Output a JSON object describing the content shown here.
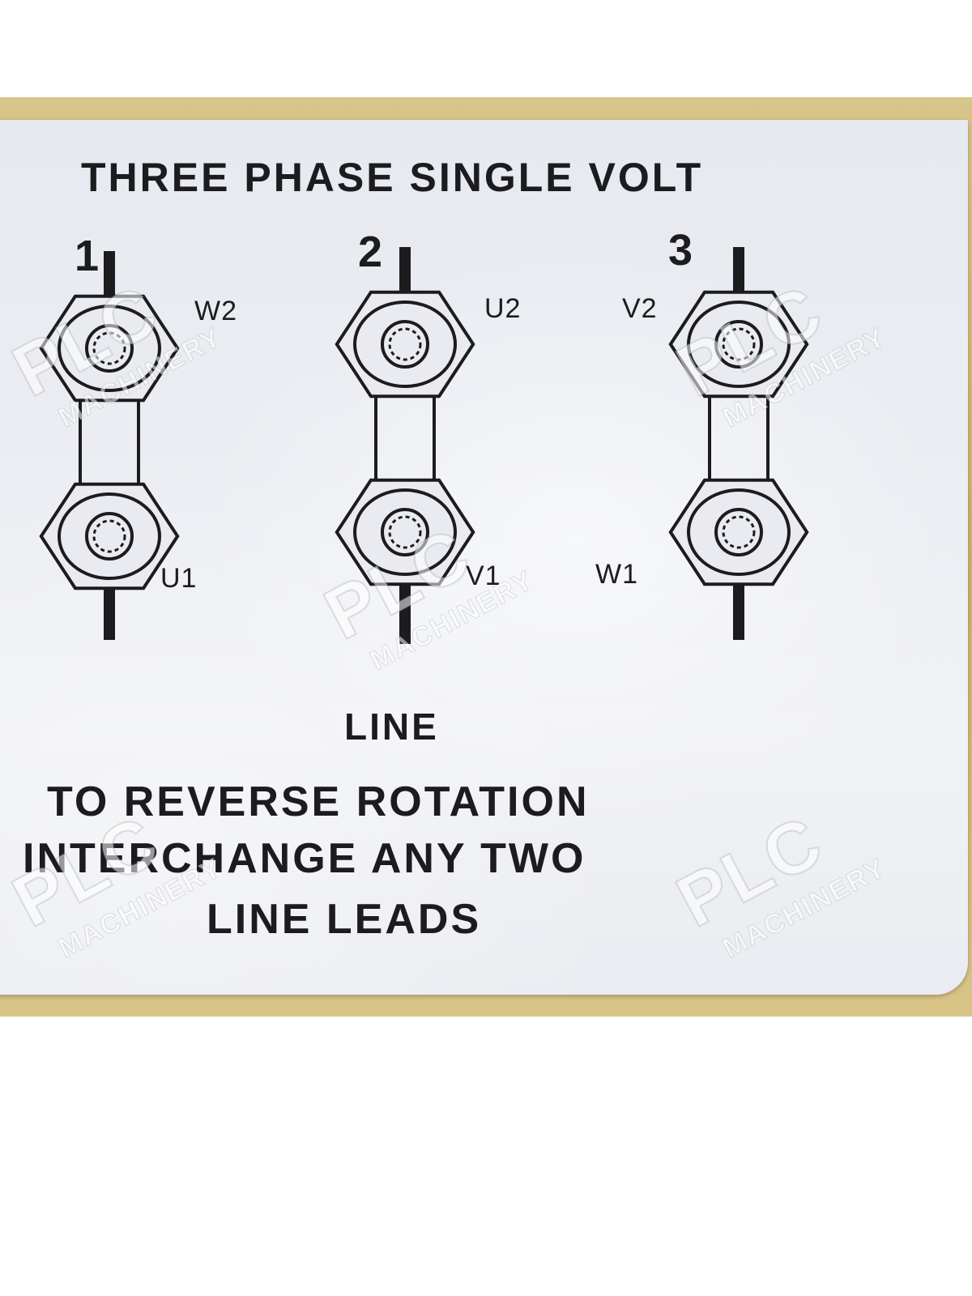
{
  "plate": {
    "title": "THREE PHASE SINGLE VOLT",
    "terminals": [
      {
        "number": "1",
        "top": "W2",
        "bottom": "U1"
      },
      {
        "number": "2",
        "top": "U2",
        "bottom": "V1"
      },
      {
        "number": "3",
        "top": "V2",
        "bottom": "W1"
      }
    ],
    "line_label": "LINE",
    "note_lines": [
      "TO REVERSE ROTATION",
      "INTERCHANGE ANY TWO",
      "LINE LEADS"
    ]
  },
  "watermark": {
    "brand": "PLC",
    "sub": "MACHINERY"
  },
  "colors": {
    "label_bg": "#eceef3",
    "ink": "#1c1c1f",
    "board": "#cdb36d"
  }
}
